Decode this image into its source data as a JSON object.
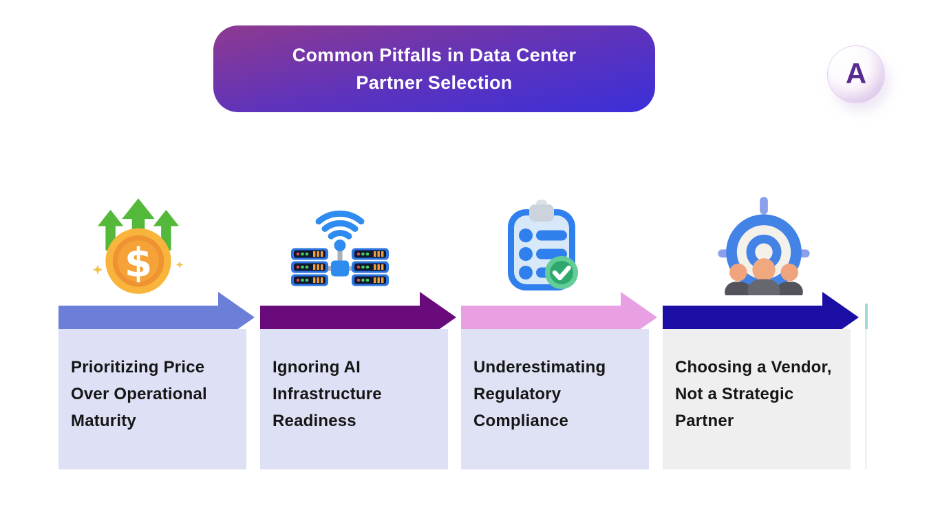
{
  "header": {
    "title_lines": [
      "Common Pitfalls in Data Center",
      "Partner Selection"
    ],
    "gradient_top_color": "#8e3a90",
    "gradient_bottom_color": "#3a2fd9",
    "text_color": "#ffffff"
  },
  "logo": {
    "letter": "A",
    "letter_color": "#5a2b8f"
  },
  "columns": [
    {
      "icon": "money-growth-icon",
      "arrow_color": "#6c7fd8",
      "card_bg": "#dee1f5",
      "label": "Prioritizing Price Over Operational Maturity"
    },
    {
      "icon": "ai-server-network-icon",
      "arrow_color": "#6a0b7b",
      "card_bg": "#dee1f5",
      "label": "Ignoring AI Infrastructure Readiness"
    },
    {
      "icon": "compliance-checklist-icon",
      "arrow_color": "#e9a0e3",
      "card_bg": "#dfe2f5",
      "label": "Underestimating Regulatory Compliance"
    },
    {
      "icon": "target-partner-icon",
      "arrow_color": "#1b0ea5",
      "card_bg": "#efefef",
      "label": "Choosing a Vendor, Not a Strategic Partner"
    }
  ],
  "misc": {
    "page_background": "#ffffff",
    "card_text_color": "#161616",
    "next_item_sliver_color": "#9fd9db"
  }
}
